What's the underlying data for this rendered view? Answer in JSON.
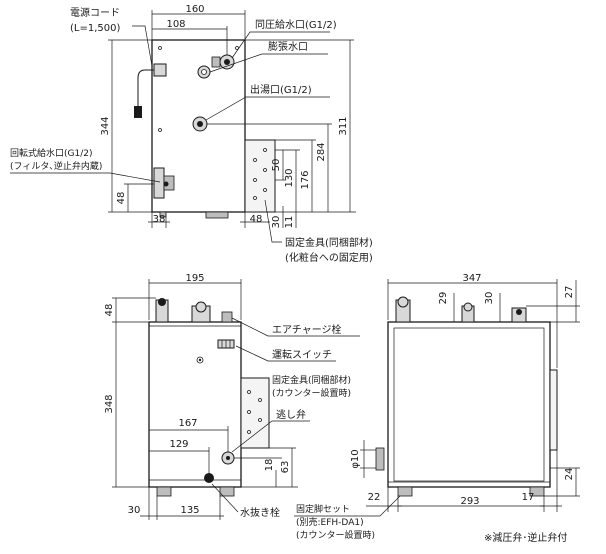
{
  "dimensions": {
    "top_width": "160",
    "top_to_inlet": "108",
    "left_height": "344",
    "right_height": "311",
    "outlet_height": "284",
    "bracket_176": "176",
    "bracket_130": "130",
    "bracket_50": "50",
    "bracket_30": "30",
    "bracket_11": "11",
    "rot_inlet_height": "48",
    "bottom_38": "38",
    "bottom_48": "48",
    "front_width": "195",
    "front_top_48": "48",
    "front_height": "348",
    "front_167": "167",
    "front_129": "129",
    "front_135": "135",
    "front_30": "30",
    "front_18": "18",
    "front_63": "63",
    "side_width": "347",
    "side_29": "29",
    "side_30": "30",
    "side_27": "27",
    "side_phi10": "φ10",
    "side_24": "24",
    "side_22": "22",
    "side_293": "293",
    "side_17": "17"
  },
  "labels": {
    "power_cord": "電源コード",
    "power_cord_len": "(L=1,500)",
    "pressure_inlet": "同圧給水口(G1/2)",
    "expansion_port": "膨張水口",
    "hot_outlet": "出湯口(G1/2)",
    "rotary_inlet": "回転式給水口(G1/2)",
    "rotary_inlet_note": "(フィルタ､逆止弁内蔵)",
    "fixing_bracket_top": "固定金具(同梱部材)",
    "fixing_bracket_top_note": "(化粧台への固定用)",
    "air_charge_plug": "エアチャージ栓",
    "run_switch": "運転スイッチ",
    "fixing_bracket_front": "固定金具(同梱部材)",
    "fixing_bracket_front_note": "(カウンター設置時)",
    "relief_valve": "逃し弁",
    "drain_plug": "水抜き栓",
    "leg_set": "固定脚セット",
    "leg_set_note1": "(別売:EFH-DA1)",
    "leg_set_note2": "(カウンター設置時)",
    "footnote": "※減圧弁･逆止弁付"
  }
}
